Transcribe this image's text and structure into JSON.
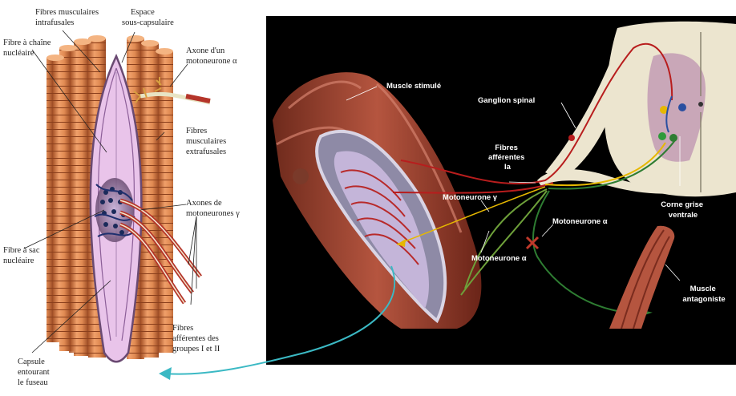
{
  "left_panel": {
    "labels": {
      "intrafusal": [
        "Fibres musculaires",
        "intrafusales"
      ],
      "subcapsular": [
        "Espace",
        "sous-capsulaire"
      ],
      "nuclear_chain": [
        "Fibre à chaîne",
        "nucléaire"
      ],
      "alpha_axon": [
        "Axone d'un",
        "motoneurone α"
      ],
      "extrafusal": [
        "Fibres",
        "musculaires",
        "extrafusales"
      ],
      "gamma_axons": [
        "Axones de",
        "motoneurones γ"
      ],
      "nuclear_bag": [
        "Fibre à sac",
        "nucléaire"
      ],
      "afferents": [
        "Fibres",
        "afférentes des",
        "groupes I et II"
      ],
      "capsule": [
        "Capsule",
        "entourant",
        "le fuseau"
      ]
    }
  },
  "right_panel": {
    "labels": {
      "stimulated_muscle": "Muscle stimulé",
      "spinal_ganglion": "Ganglion spinal",
      "afferent_fibers": [
        "Fibres",
        "afférentes",
        "Ia"
      ],
      "gamma_motoneuron": "Motoneurone γ",
      "alpha_motoneuron_top": "Motoneurone α",
      "alpha_motoneuron_bottom": "Motoneurone α",
      "ventral_horn": [
        "Corne grise",
        "ventrale"
      ],
      "antagonist_muscle": [
        "Muscle",
        "antagoniste"
      ]
    }
  },
  "colors": {
    "background_left": "#ffffff",
    "background_right": "#000000",
    "muscle_fiber": "#d9864e",
    "capsule": "#e9b9e6",
    "afferent_red": "#b81d1d",
    "gamma_yellow": "#e6b800",
    "alpha_green": "#2e7d32",
    "connector_cyan": "#3bb9c4",
    "spinal_cord": "#ece5cf",
    "grey_matter": "#c9a7b8"
  }
}
